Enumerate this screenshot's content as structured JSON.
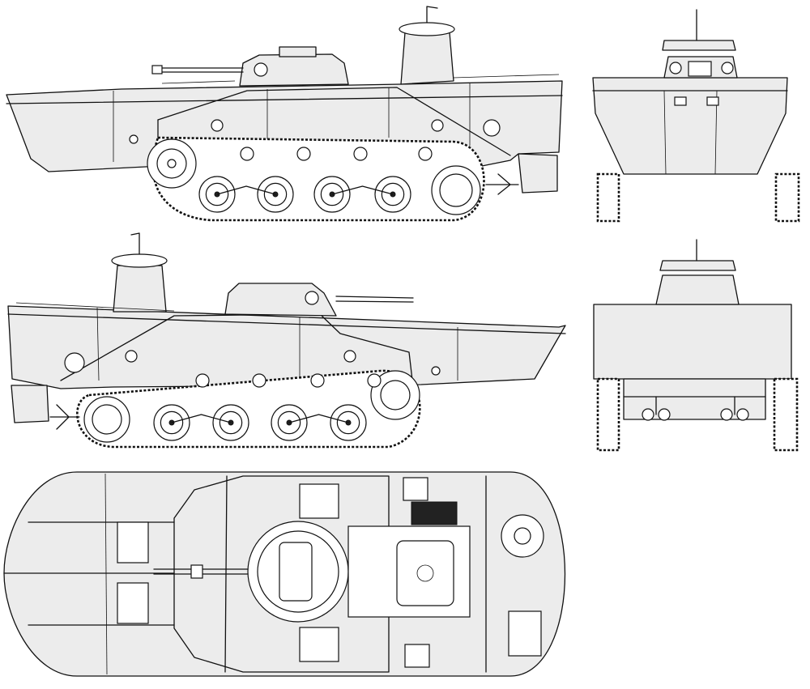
{
  "drawing": {
    "colors": {
      "line": "#111111",
      "hull_fill": "#ececec",
      "paper": "#ffffff"
    },
    "views": [
      {
        "id": "left-side",
        "name": "left-side-view"
      },
      {
        "id": "front",
        "name": "front-view"
      },
      {
        "id": "right-side",
        "name": "right-side-view"
      },
      {
        "id": "rear",
        "name": "rear-view"
      },
      {
        "id": "top",
        "name": "top-view"
      }
    ],
    "running_gear": {
      "road_wheels_per_side": 4,
      "bogies_per_side": 2,
      "return_rollers_per_side": 4
    }
  }
}
